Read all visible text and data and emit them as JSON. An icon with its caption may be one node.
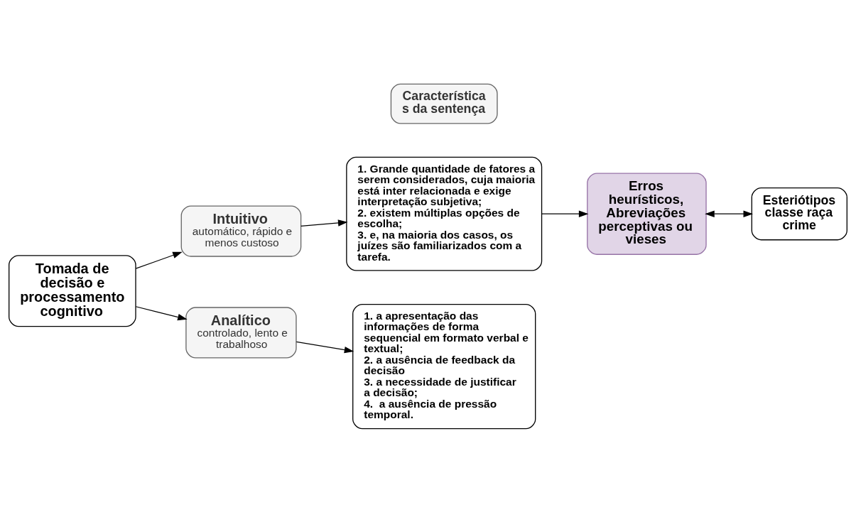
{
  "diagram": {
    "nodes": [
      {
        "text": [
          "Características da sentença"
        ]
      },
      {
        "text": [
          "Tomada de decisão e processamento cognitivo"
        ]
      },
      {
        "text": [
          "Intuitivo",
          "automático, rápido e menos custoso"
        ]
      },
      {
        "text": [
          "Analítico",
          "controlado, lento e trabalhoso"
        ]
      },
      {
        "text": [
          "1. Grande quantidade de fatores a serem considerados, cuja maioria está inter relacionada e exige interpretação subjetiva;",
          "2. existem múltiplas opções de escolha;",
          "3. e, na maioria dos casos, os juízes são familiarizados com a tarefa."
        ]
      },
      {
        "text": [
          "1. a apresentação das informações de forma sequencial em formato verbal e textual;",
          "2. a ausência de feedback da decisão",
          "3. a necessidade de justificar a decisão;",
          "4.  a ausência de pressão temporal."
        ]
      },
      {
        "text": [
          "Erros heurísticos, Abreviações perceptivas ou vieses"
        ]
      },
      {
        "text": [
          "Esteriótipos classe raça crime"
        ]
      }
    ],
    "edges": [
      {
        "from": 1,
        "to": 2,
        "arrow": "to"
      },
      {
        "from": 1,
        "to": 3,
        "arrow": "to"
      },
      {
        "from": 2,
        "to": 4,
        "arrow": "to"
      },
      {
        "from": 3,
        "to": 5,
        "arrow": "to"
      },
      {
        "from": 4,
        "to": 6,
        "arrow": "to"
      },
      {
        "from": 6,
        "to": 7,
        "arrow": "both"
      }
    ]
  }
}
